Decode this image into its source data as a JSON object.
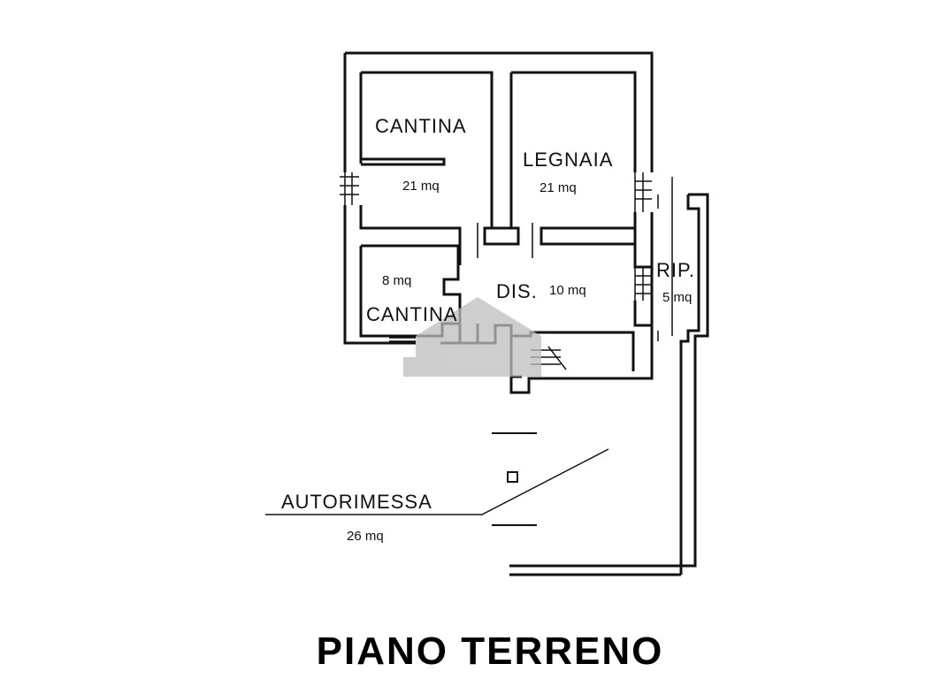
{
  "plan": {
    "title": "PIANO TERRENO",
    "rooms": [
      {
        "name": "CANTINA",
        "area": "21 mq"
      },
      {
        "name": "LEGNAIA",
        "area": "21 mq"
      },
      {
        "name": "CANTINA",
        "area": "8 mq"
      },
      {
        "name": "DIS.",
        "area": "10 mq"
      },
      {
        "name": "RIP.",
        "area": "5 mq"
      },
      {
        "name": "AUTORIMESSA",
        "area": "26 mq"
      }
    ]
  },
  "watermark_icon": "house-watermark-icon"
}
